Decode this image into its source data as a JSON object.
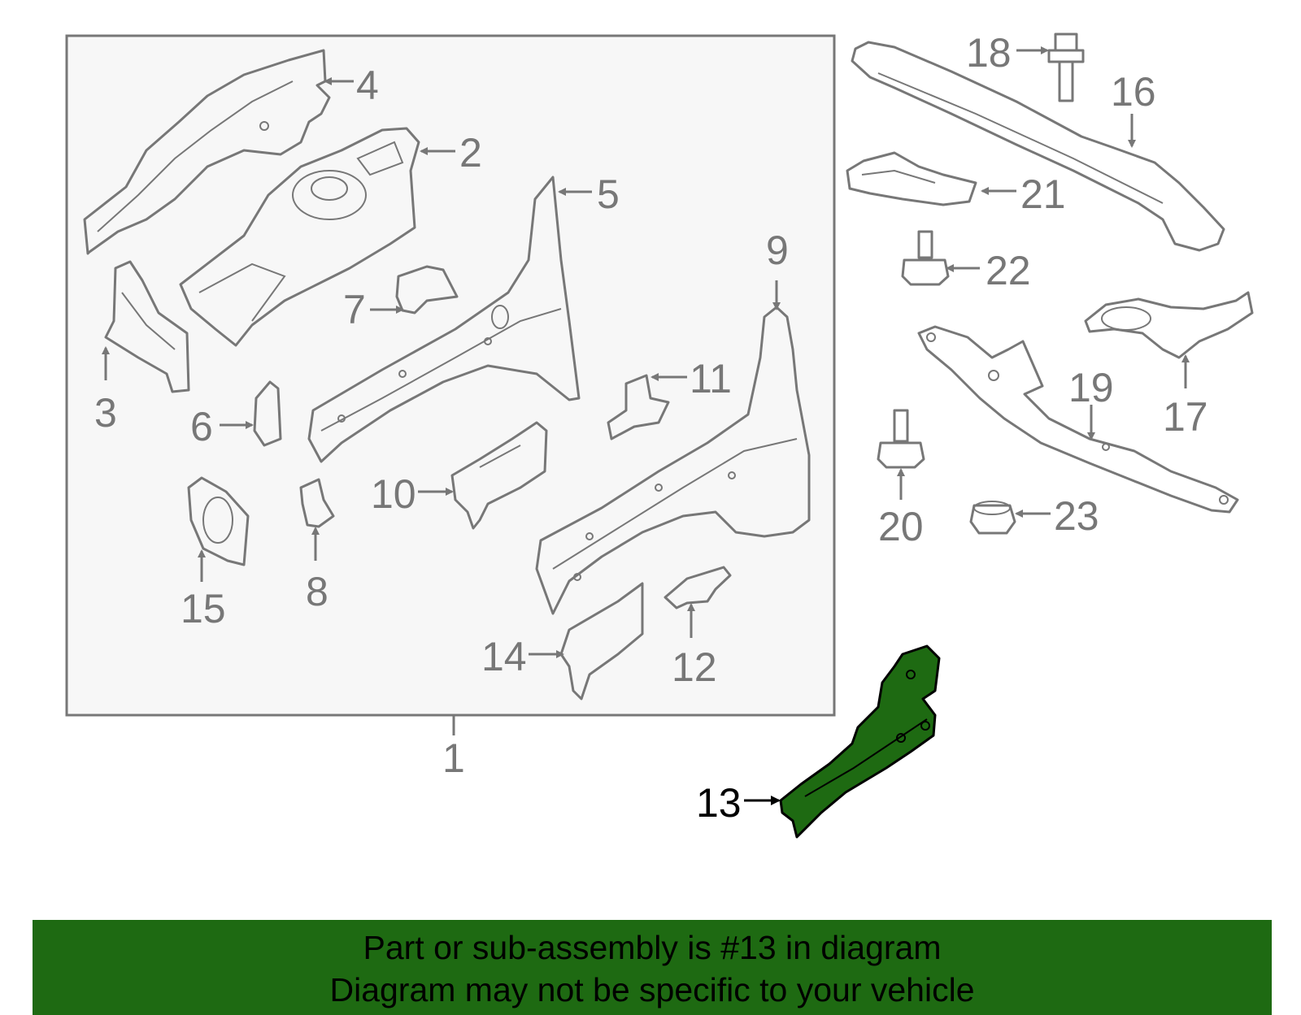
{
  "diagram": {
    "highlight_color": "#1e6a12",
    "line_color": "#777777",
    "callouts": [
      {
        "id": "1",
        "label": "1"
      },
      {
        "id": "2",
        "label": "2"
      },
      {
        "id": "3",
        "label": "3"
      },
      {
        "id": "4",
        "label": "4"
      },
      {
        "id": "5",
        "label": "5"
      },
      {
        "id": "6",
        "label": "6"
      },
      {
        "id": "7",
        "label": "7"
      },
      {
        "id": "8",
        "label": "8"
      },
      {
        "id": "9",
        "label": "9"
      },
      {
        "id": "10",
        "label": "10"
      },
      {
        "id": "11",
        "label": "11"
      },
      {
        "id": "12",
        "label": "12"
      },
      {
        "id": "13",
        "label": "13"
      },
      {
        "id": "14",
        "label": "14"
      },
      {
        "id": "15",
        "label": "15"
      },
      {
        "id": "16",
        "label": "16"
      },
      {
        "id": "17",
        "label": "17"
      },
      {
        "id": "18",
        "label": "18"
      },
      {
        "id": "19",
        "label": "19"
      },
      {
        "id": "20",
        "label": "20"
      },
      {
        "id": "21",
        "label": "21"
      },
      {
        "id": "22",
        "label": "22"
      },
      {
        "id": "23",
        "label": "23"
      }
    ],
    "highlighted_callout": "13"
  },
  "banner": {
    "line1": "Part or sub-assembly is #13 in diagram",
    "line2": "Diagram may not be specific to your vehicle",
    "background_color": "#1e6a12"
  }
}
